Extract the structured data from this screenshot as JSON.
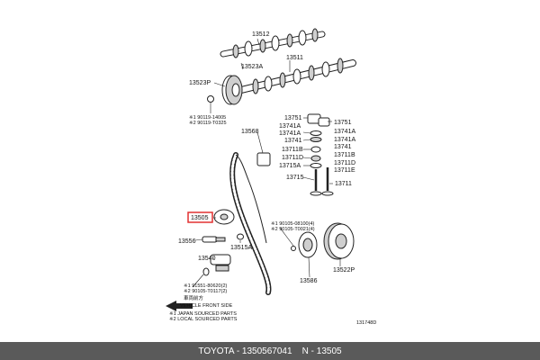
{
  "diagram": {
    "labels": {
      "p13512": "13512",
      "p13523a": "13523A",
      "p13511": "13511",
      "p13523p": "13523P",
      "note_90119_14005": "※1 90119-14005",
      "note_90119_t0325": "※2 90119-T0325",
      "p13751_left": "13751",
      "p13751_right": "13751",
      "p13741a_l1": "13741A",
      "p13741a_r1": "13741A",
      "p13741a_l2": "13741A",
      "p13741a_r2": "13741A",
      "p13741_l": "13741",
      "p13741_r": "13741",
      "p13711b_l": "13711B",
      "p13711b_r": "13711B",
      "p13711d_l": "13711D",
      "p13711d_r": "13711D",
      "p13715a": "13715A",
      "p13711e": "13711E",
      "p13715": "13715",
      "p13711": "13711",
      "p13568": "13568",
      "p13505": "13505",
      "note_90105_08100": "※1 90105-08100(4)",
      "note_90105_t0021": "※2 90105-T0021(4)",
      "p13556": "13556",
      "p13515a": "13515A",
      "p13540": "13540",
      "p13522p": "13522P",
      "p13586": "13586",
      "note_91551_80620": "※1 91551-80620(2)",
      "note_90105_t0117": "※2 90105-T0117(2)",
      "front_jp": "車両前方",
      "front_en": "VEHICLE FRONT SIDE",
      "legend1": "※1 JAPAN SOURCED PARTS",
      "legend2": "※2 LOCAL SOURCED PARTS",
      "fig_code": "131748D"
    }
  },
  "footer": {
    "text": "TOYOTA - 1350567041    N - 13505"
  },
  "colors": {
    "highlight": "#e23030",
    "footer_bg": "#5a5a5a"
  }
}
